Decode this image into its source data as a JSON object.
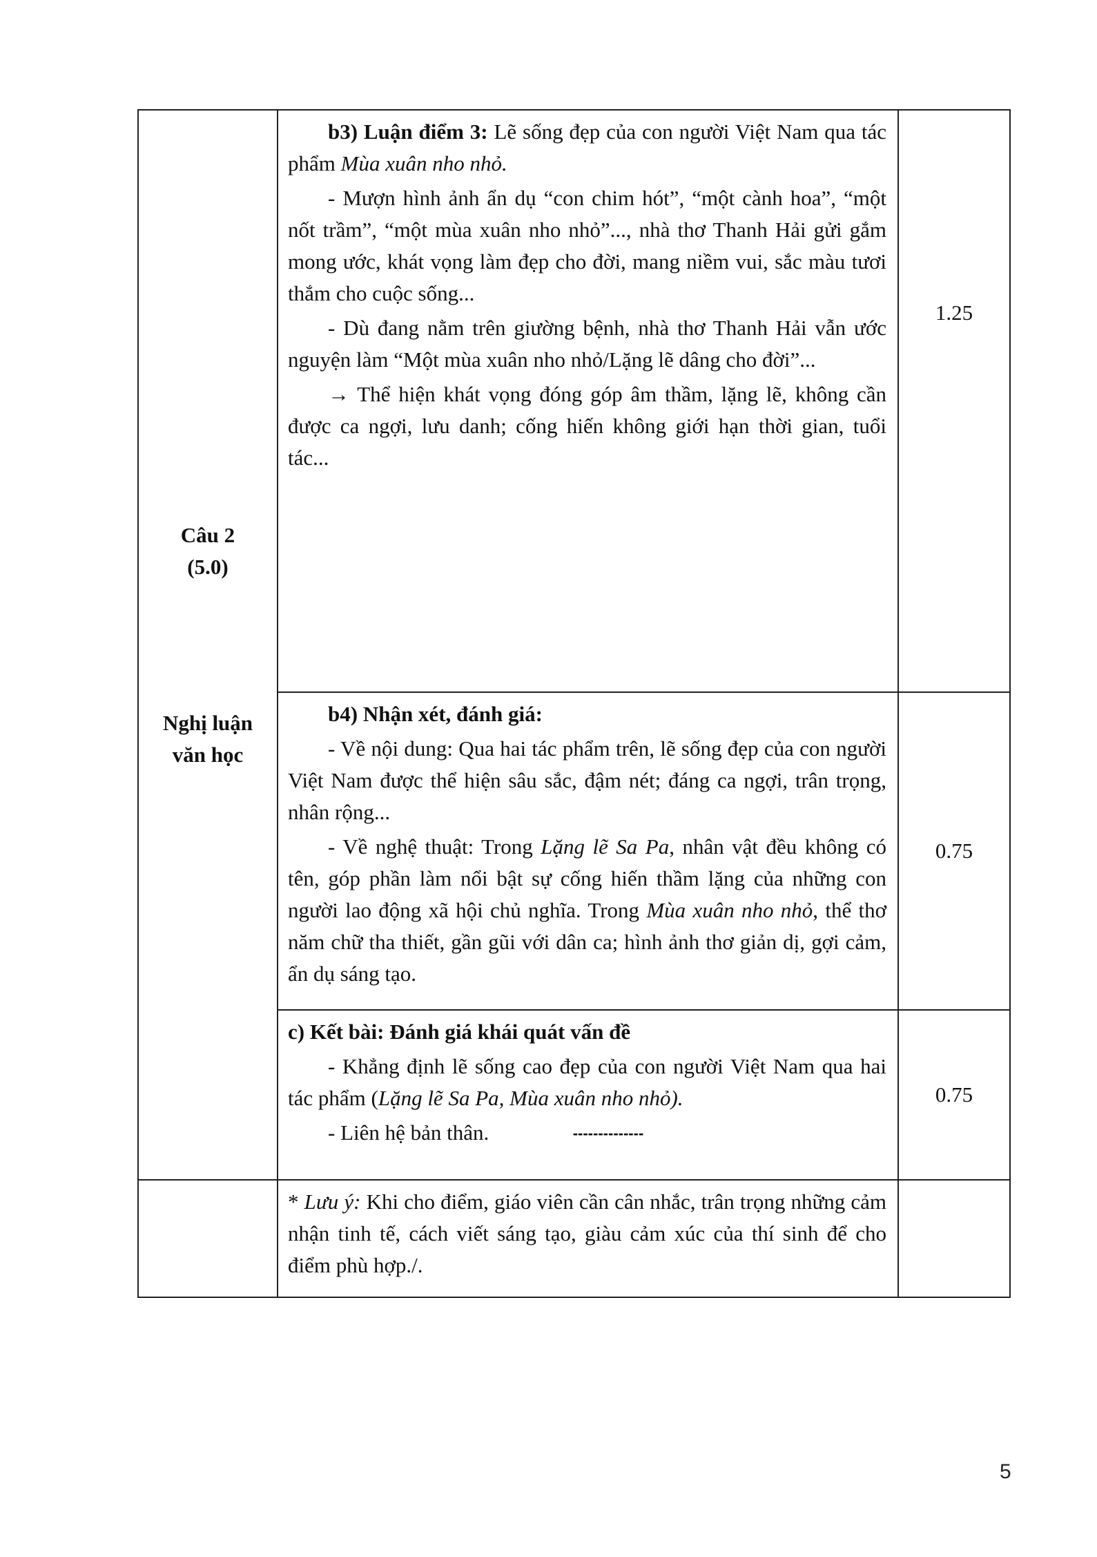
{
  "question": {
    "label": "Câu 2",
    "points": "(5.0)",
    "topic_line1": "Nghị luận",
    "topic_line2": "văn học"
  },
  "rows": [
    {
      "score": "1.25",
      "heading_bold": "b3) Luận điểm 3:",
      "heading_rest": " Lẽ sống đẹp của con người Việt Nam qua tác phẩm ",
      "heading_italic": "Mùa xuân nho nhỏ.",
      "p1": "- Mượn hình ảnh ẩn dụ “con chim hót”, “một cành hoa”, “một nốt trầm”, “một mùa xuân nho nhỏ”..., nhà thơ Thanh Hải gửi gắm mong ước, khát vọng làm đẹp cho đời, mang niềm vui, sắc màu tươi thắm cho cuộc sống...",
      "p2": "- Dù đang nằm trên giường bệnh, nhà thơ Thanh Hải vẫn ước nguyện làm “Một mùa xuân nho nhỏ/Lặng lẽ dâng cho đời”...",
      "p3": "→ Thể hiện khát vọng đóng góp âm thầm, lặng lẽ, không cần được ca ngợi, lưu danh; cống hiến không giới hạn thời gian, tuổi tác..."
    },
    {
      "score": "0.75",
      "heading_bold": "b4) Nhận xét, đánh giá:",
      "p1": "- Về nội dung: Qua hai tác phẩm trên, lẽ sống đẹp của con người Việt Nam được thể hiện sâu sắc, đậm nét; đáng ca ngợi, trân trọng, nhân rộng...",
      "p2_a": "- Về nghệ thuật: Trong ",
      "p2_i1": "Lặng lẽ Sa Pa",
      "p2_b": ", nhân vật đều không có tên, góp phần làm nổi bật sự cống hiến thầm lặng của những con người lao động xã hội chủ nghĩa. Trong ",
      "p2_i2": "Mùa xuân nho nhỏ",
      "p2_c": ", thể thơ năm chữ tha thiết, gần gũi với dân ca; hình ảnh thơ giản dị, gợi cảm, ẩn dụ sáng tạo."
    },
    {
      "score": "0.75",
      "heading_bold": "c) Kết bài: Đánh giá khái quát vấn đề",
      "p1_a": "- Khẳng định lẽ sống cao đẹp của con người Việt Nam qua hai tác phẩm (",
      "p1_i": "Lặng lẽ Sa Pa, Mùa xuân nho nhỏ).",
      "p2": "- Liên hệ bản thân."
    },
    {
      "note_star": "* ",
      "note_italic": "Lưu ý:",
      "note_rest": " Khi cho điểm, giáo viên cần cân nhắc, trân trọng những cảm nhận tinh tế, cách viết sáng tạo, giàu cảm xúc của thí sinh để cho điểm phù hợp./."
    }
  ],
  "divider": "--------------",
  "page_number": "5"
}
